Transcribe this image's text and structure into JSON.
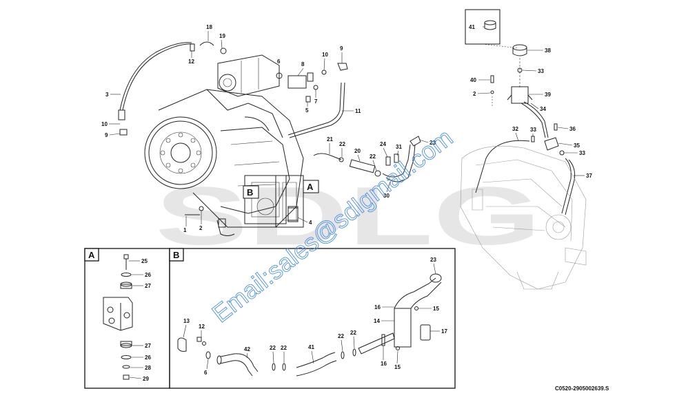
{
  "diagram": {
    "detail_boxes": {
      "a": "A",
      "b": "B"
    },
    "callouts_a": [
      "A",
      "B"
    ],
    "drawing_code": "C0520-2905002639.S",
    "watermark_email": "Email:sales@sdlgmail.com",
    "watermark_logo": "SDLG",
    "main_labels": {
      "l18": "18",
      "l19": "19",
      "l12": "12",
      "l3": "3",
      "l10a": "10",
      "l9a": "9",
      "l6": "6",
      "l8": "8",
      "l10b": "10",
      "l9b": "9",
      "l7": "7",
      "l5": "5",
      "l11": "11",
      "l21": "21",
      "l22a": "22",
      "l20": "20",
      "l22b": "22",
      "l24": "24",
      "l31": "31",
      "l23": "23",
      "l30": "30",
      "l4": "4",
      "l1": "1",
      "l2": "2"
    },
    "right_labels": {
      "l41": "41",
      "l38": "38",
      "l33a": "33",
      "l40": "40",
      "l2": "2",
      "l39": "39",
      "l34": "34",
      "l32": "32",
      "l33b": "33",
      "l36": "36",
      "l35": "35",
      "l33c": "33",
      "l37": "37"
    },
    "box_a_labels": {
      "l25": "25",
      "l26a": "26",
      "l27a": "27",
      "l27b": "27",
      "l26b": "26",
      "l28": "28",
      "l29": "29"
    },
    "box_b_labels": {
      "l23": "23",
      "l16a": "16",
      "l15a": "15",
      "l14": "14",
      "l17": "17",
      "l13": "13",
      "l12": "12",
      "l6": "6",
      "l42": "42",
      "l22a": "22",
      "l22b": "22",
      "l41": "41",
      "l22c": "22",
      "l22d": "22",
      "l16b": "16",
      "l15b": "15"
    }
  }
}
